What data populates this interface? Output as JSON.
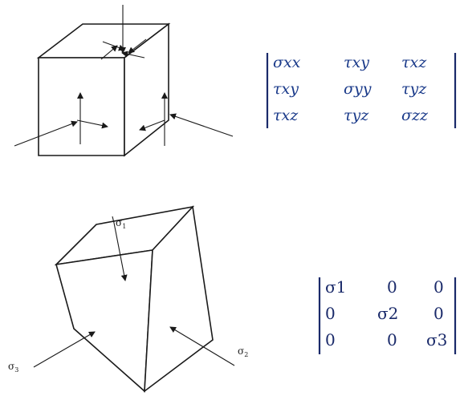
{
  "matrix_general": {
    "rows": [
      [
        "σxx",
        "τxy",
        "τxz"
      ],
      [
        "τxy",
        "σyy",
        "τyz"
      ],
      [
        "τxz",
        "τyz",
        "σzz"
      ]
    ]
  },
  "matrix_principal": {
    "rows": [
      [
        "σ1",
        "0",
        "0"
      ],
      [
        "0",
        "σ2",
        "0"
      ],
      [
        "0",
        "0",
        "σ3"
      ]
    ]
  },
  "principal_labels": {
    "s1": {
      "base": "σ",
      "sub": "1"
    },
    "s2": {
      "base": "σ",
      "sub": "2"
    },
    "s3": {
      "base": "σ",
      "sub": "3"
    }
  },
  "colors": {
    "matrix_text": "#1a3a8a",
    "line": "#1a1a1a"
  },
  "icons": [
    "arrow-icon"
  ]
}
